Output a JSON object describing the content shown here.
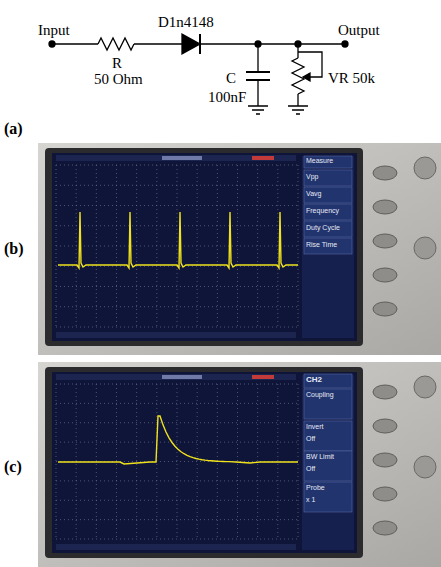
{
  "diagram": {
    "labels": [
      "Input",
      "D1n4148",
      "Output",
      "R",
      "50 Ohm",
      "C",
      "100nF",
      "VR 50k",
      "(a)",
      "(b)",
      "(c)",
      "Measure",
      "Vpp",
      "Vavg",
      "Frequency",
      "Duty Cycle",
      "Rise Time",
      "CH2",
      "Coupling",
      "Invert",
      "Off",
      "BW Limit",
      "Off",
      "Probe",
      "x 1"
    ]
  }
}
